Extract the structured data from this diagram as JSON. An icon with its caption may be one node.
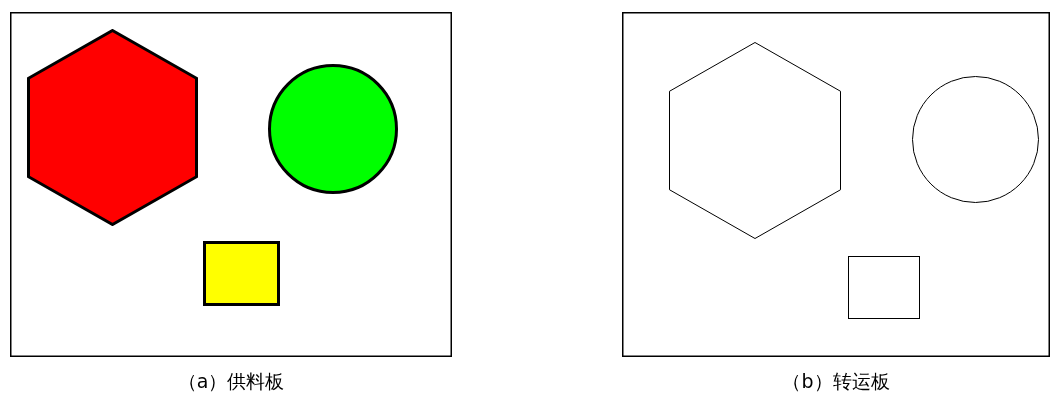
{
  "diagram": {
    "nodes": [
      {
        "text": [],
        "shape": "box",
        "beside": [
          "（a）供料板"
        ]
      },
      {
        "text": [],
        "shape": "hexagon",
        "in": 0
      },
      {
        "text": [],
        "shape": "circle",
        "in": 0
      },
      {
        "text": [],
        "shape": "box",
        "in": 0
      },
      {
        "text": [],
        "shape": "box",
        "beside": [
          "（b）转运板"
        ]
      },
      {
        "text": [],
        "shape": "hexagon",
        "in": 4
      },
      {
        "text": [],
        "shape": "circle",
        "in": 4
      },
      {
        "text": [],
        "shape": "box",
        "in": 4
      }
    ]
  }
}
